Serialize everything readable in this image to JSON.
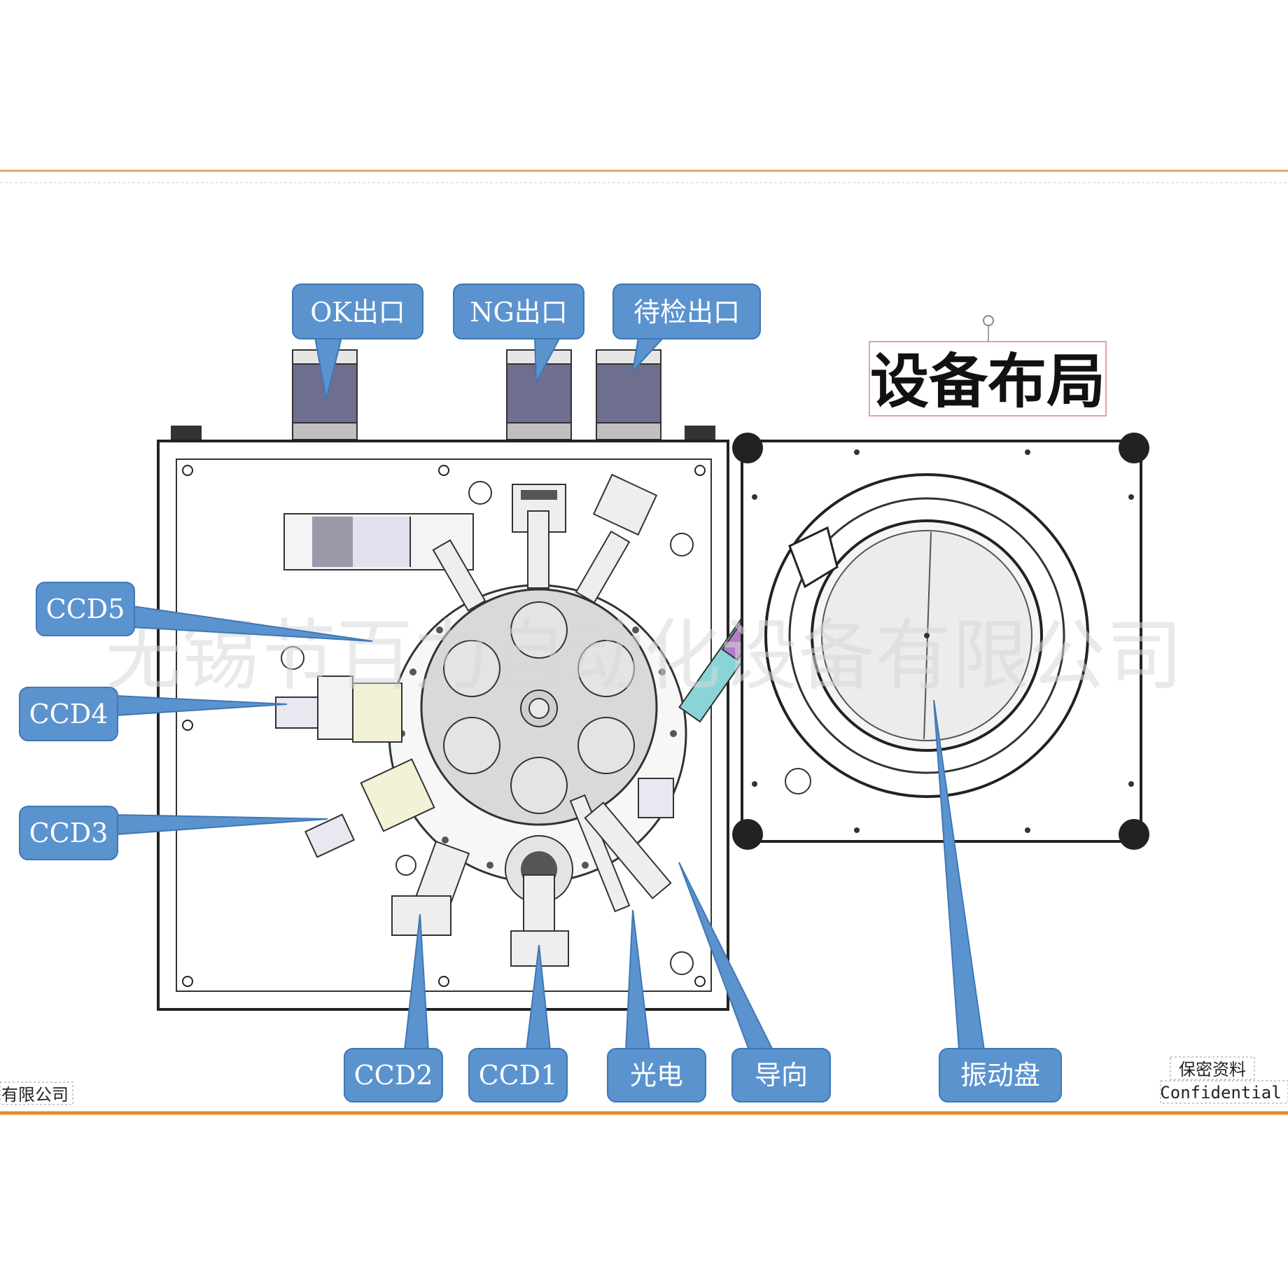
{
  "title": "设备布局",
  "watermark": "无锡节百力自动化设备有限公司",
  "footer": {
    "left_text": "有限公司",
    "confidential_cn": "保密资料",
    "confidential_en": "Confidential"
  },
  "colors": {
    "callout": "#5b93cf",
    "callout_border": "#3f77b5",
    "rule_orange": "#e58a2e",
    "rule_light": "#d9a66b"
  },
  "callouts": {
    "ok_exit": "OK出口",
    "ng_exit": "NG出口",
    "pending_exit": "待检出口",
    "ccd5": "CCD5",
    "ccd4": "CCD4",
    "ccd3": "CCD3",
    "ccd2": "CCD2",
    "ccd1": "CCD1",
    "photoelectric": "光电",
    "guide": "导向",
    "vibratory_bowl": "振动盘"
  }
}
